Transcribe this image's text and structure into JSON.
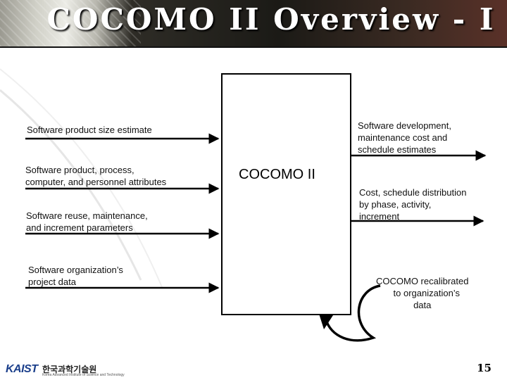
{
  "header": {
    "title": "COCOMO II Overview - I"
  },
  "center_box": {
    "label": "COCOMO II"
  },
  "inputs": [
    {
      "lines": [
        "Software product size estimate"
      ]
    },
    {
      "lines": [
        "Software product, process,",
        "computer, and personnel attributes"
      ]
    },
    {
      "lines": [
        "Software reuse, maintenance,",
        "and increment parameters"
      ]
    },
    {
      "lines": [
        "Software organization’s",
        "project data"
      ]
    }
  ],
  "outputs": [
    {
      "lines": [
        "Software development,",
        "maintenance cost and",
        "schedule estimates"
      ]
    },
    {
      "lines": [
        "Cost, schedule distribution",
        "by phase, activity,",
        "increment"
      ]
    }
  ],
  "feedback": {
    "lines": [
      "COCOMO recalibrated",
      "to organization’s",
      "data"
    ]
  },
  "footer": {
    "logo_text": "KAIST",
    "korean_name": "한국과학기술원",
    "english_name": "Korea Advanced Institute of Science and Technology",
    "page_number": "15"
  }
}
